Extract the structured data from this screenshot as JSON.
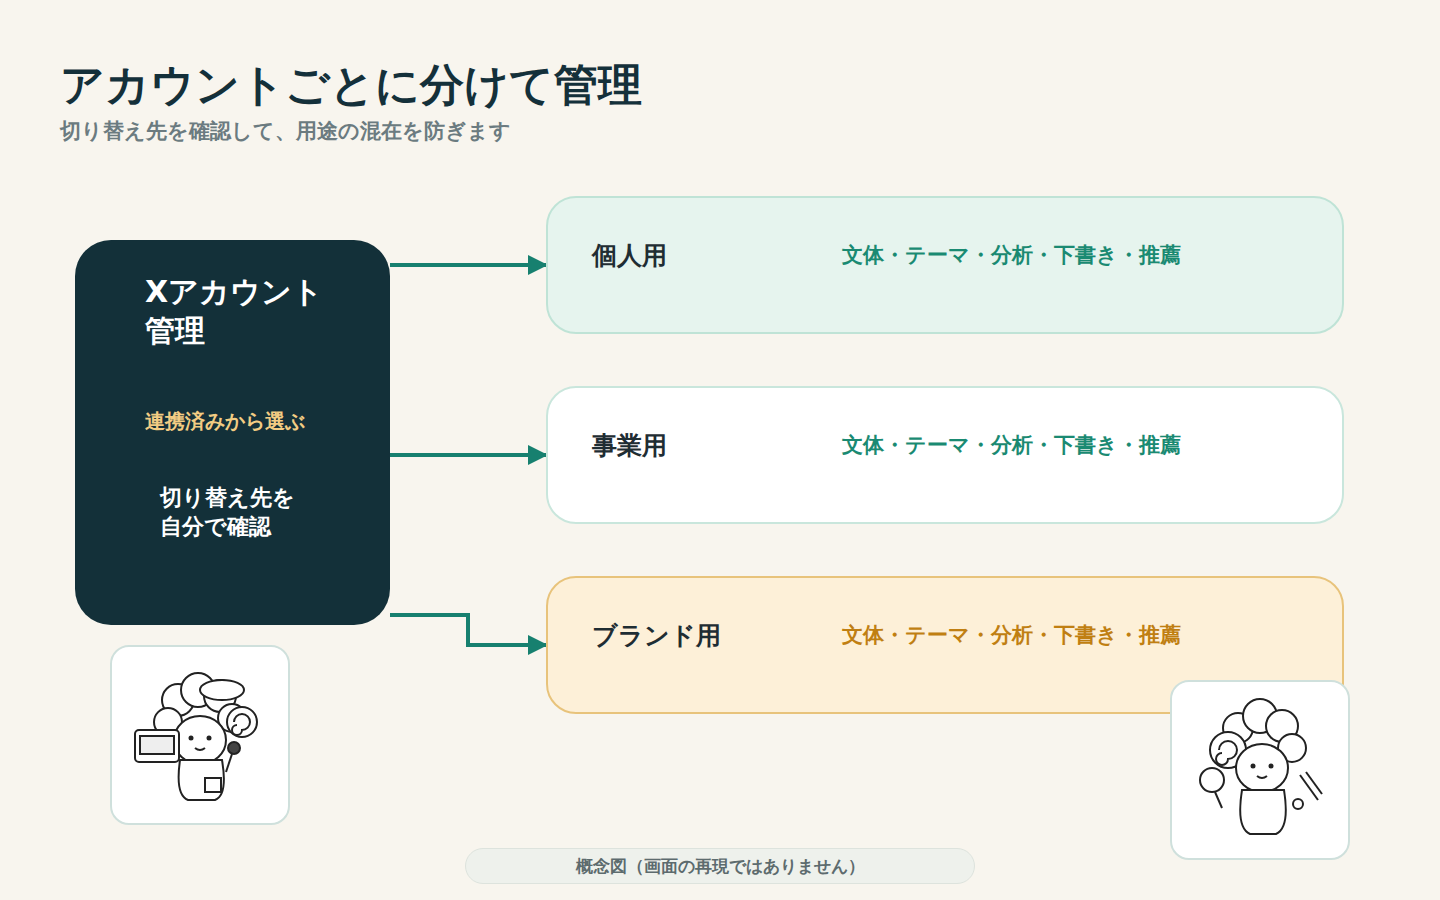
{
  "diagram": {
    "title": "アカウントごとに分けて管理",
    "caption": "概念図（画面の再現ではありません）",
    "nodes": [
      {
        "text": [
          "Xアカウント 管理",
          "連携済みから選ぶ",
          "切り替え先を 自分で確認"
        ]
      },
      {
        "text": [
          "個人用",
          "文体・テーマ・分析・下書き・推薦"
        ]
      },
      {
        "text": [
          "事業用",
          "文体・テーマ・分析・下書き・推薦"
        ]
      },
      {
        "text": [
          "ブランド用",
          "文体・テーマ・分析・下書き・推薦"
        ]
      }
    ],
    "edges": [
      {
        "from": 0,
        "to": 1,
        "arrow": "to"
      },
      {
        "from": 0,
        "to": 2,
        "arrow": "to"
      },
      {
        "from": 0,
        "to": 3,
        "arrow": "to"
      }
    ],
    "labels": [
      "切り替え先を確認して、用途の混在を防ぎます"
    ]
  }
}
